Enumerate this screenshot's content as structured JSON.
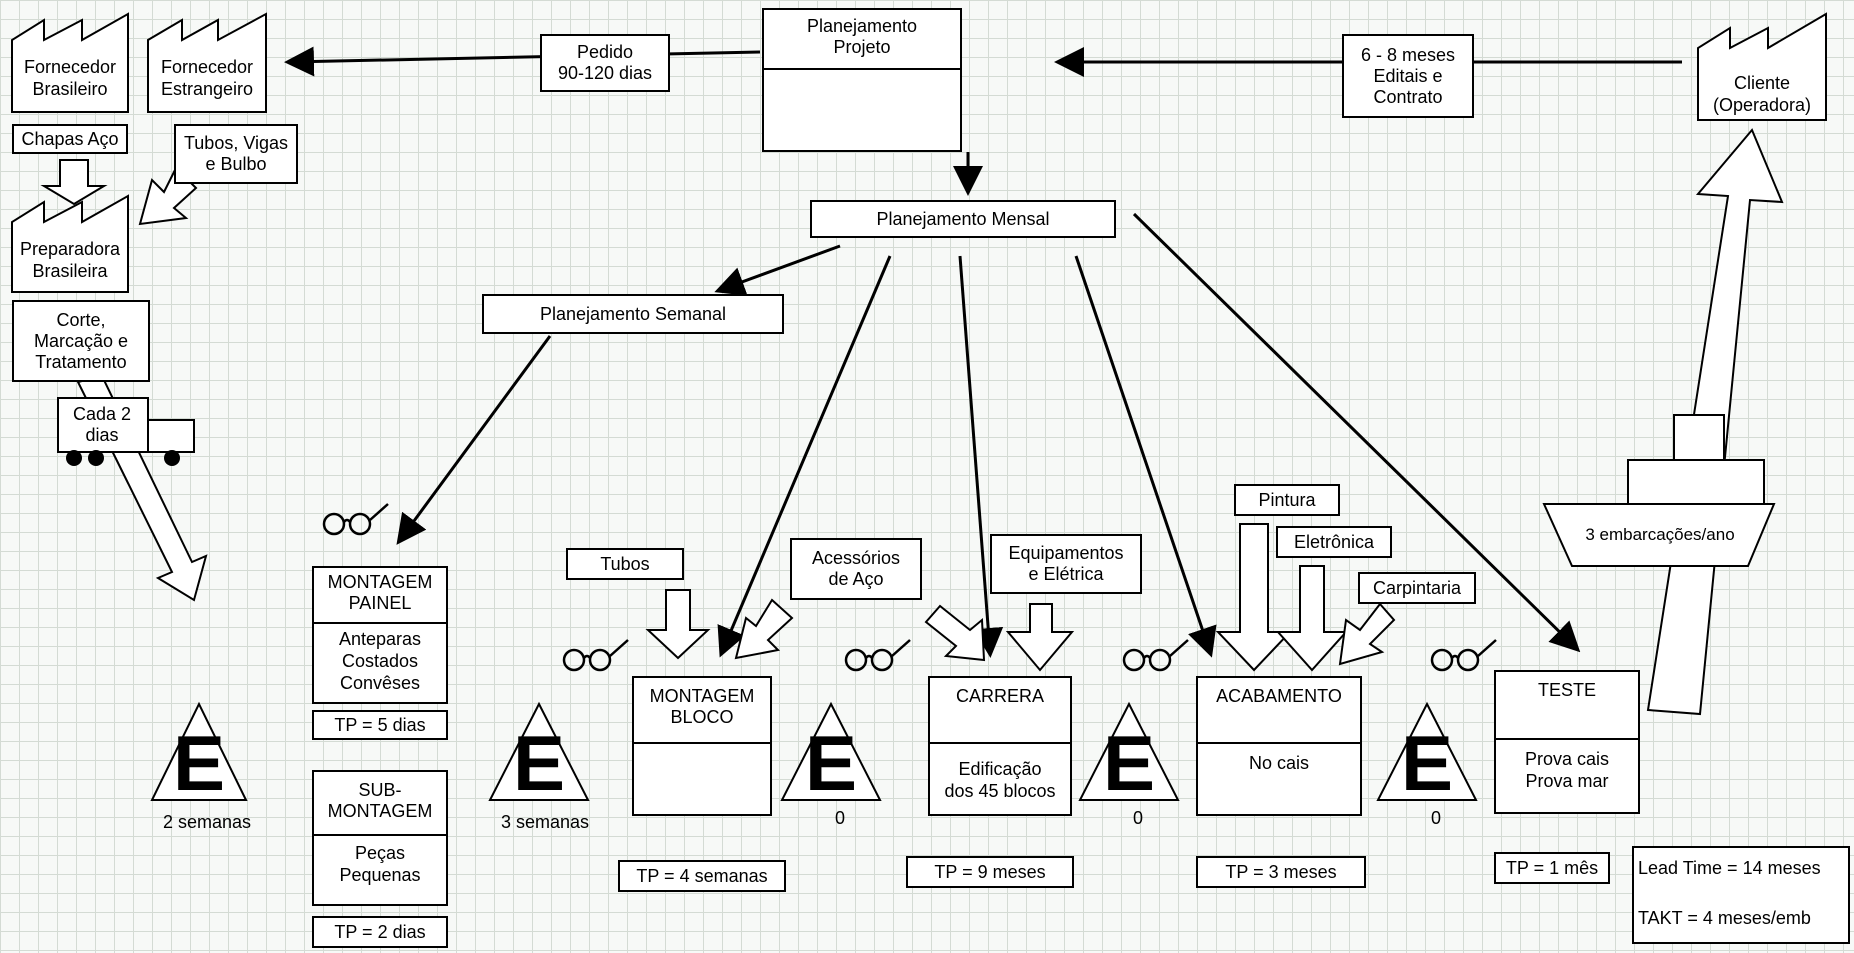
{
  "suppliers": {
    "brasileiro": "Fornecedor\nBrasileiro",
    "estrangeiro": "Fornecedor\nEstrangeiro",
    "chapas": "Chapas Aço",
    "tubos_vigas": "Tubos, Vigas\ne Bulbo",
    "preparadora": "Preparadora\nBrasileira",
    "corte": "Corte,\nMarcação e\nTratamento",
    "cada": "Cada 2\ndias"
  },
  "planning": {
    "projeto": "Planejamento\nProjeto",
    "mensal": "Planejamento Mensal",
    "semanal": "Planejamento Semanal",
    "pedido": "Pedido\n90-120 dias",
    "editais": "6 - 8 meses\nEditais e\nContrato"
  },
  "customer": {
    "name": "Cliente\n(Operadora)",
    "rate": "3 embarcações/ano"
  },
  "processes": {
    "painel": {
      "title": "MONTAGEM\nPAINEL",
      "body": "Anteparas\nCostados\nConvêses",
      "tp": "TP = 5 dias"
    },
    "sub": {
      "title": "SUB-\nMONTAGEM",
      "body": "Peças\nPequenas",
      "tp": "TP = 2 dias"
    },
    "bloco": {
      "title": "MONTAGEM\nBLOCO",
      "body": "",
      "tp": "TP = 4 semanas"
    },
    "carrera": {
      "title": "CARRERA",
      "body": "Edificação\ndos 45 blocos",
      "tp": "TP = 9 meses"
    },
    "acabamento": {
      "title": "ACABAMENTO",
      "body": "No cais",
      "tp": "TP = 3 meses"
    },
    "teste": {
      "title": "TESTE",
      "body": "Prova cais\nProva mar",
      "tp": "TP = 1 mês"
    }
  },
  "materials": {
    "tubos": "Tubos",
    "acessorios": "Acessórios\nde Aço",
    "equipamentos": "Equipamentos\ne Elétrica",
    "pintura": "Pintura",
    "eletronica": "Eletrônica",
    "carpintaria": "Carpintaria"
  },
  "inventory": {
    "letter": "E",
    "inv1": "2 semanas",
    "inv2": "3 semanas",
    "inv3": "0",
    "inv4": "0",
    "inv5": "0"
  },
  "summary": {
    "lead": "Lead Time  = 14 meses",
    "takt": "TAKT = 4 meses/emb"
  }
}
